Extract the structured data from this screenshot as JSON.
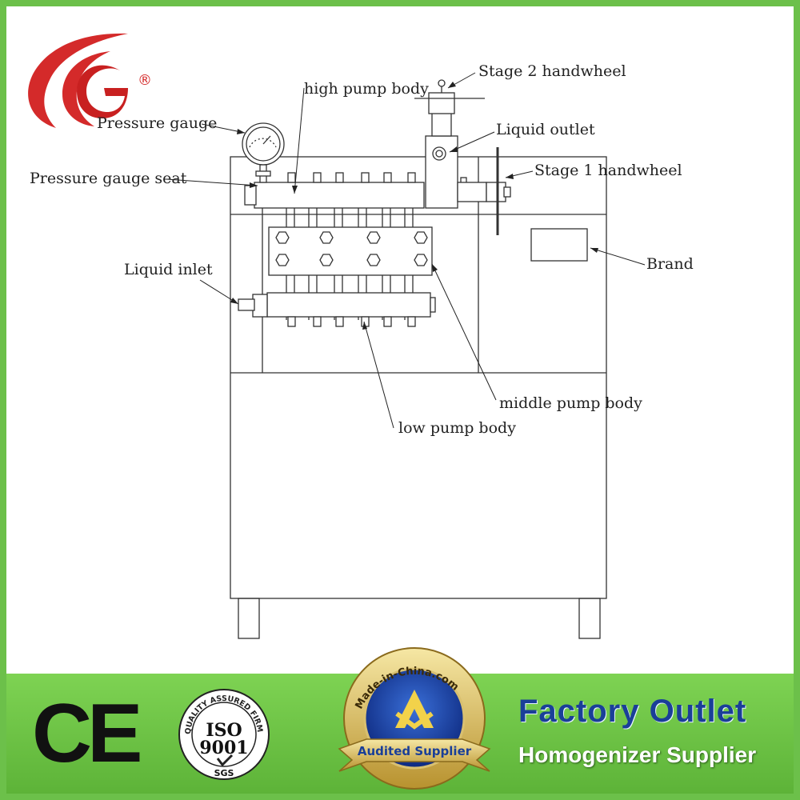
{
  "labels": {
    "stage2_handwheel": "Stage 2 handwheel",
    "high_pump_body": "high pump body",
    "liquid_outlet": "Liquid outlet",
    "pressure_gauge": "Pressure gauge",
    "stage1_handwheel": "Stage 1 handwheel",
    "pressure_gauge_seat": "Pressure gauge seat",
    "brand": "Brand",
    "liquid_inlet": "Liquid inlet",
    "middle_pump_body": "middle pump body",
    "low_pump_body": "low pump body"
  },
  "logo": {
    "registered_mark": "®"
  },
  "footer": {
    "ce_mark": "CE",
    "iso_ring": "QUALITY ASSURED FIRM",
    "iso_top": "ISO",
    "iso_number": "9001",
    "iso_sgs": "SGS",
    "mic_ring": "Made-in-China.com",
    "mic_ribbon": "Audited Supplier",
    "title": "Factory Outlet",
    "subtitle": "Homogenizer Supplier"
  },
  "colors": {
    "border": "#6cc04a",
    "footer_green": "#6cc04a",
    "logo_red": "#d42a2a",
    "title_blue": "#1a3f98",
    "line": "#333333"
  }
}
